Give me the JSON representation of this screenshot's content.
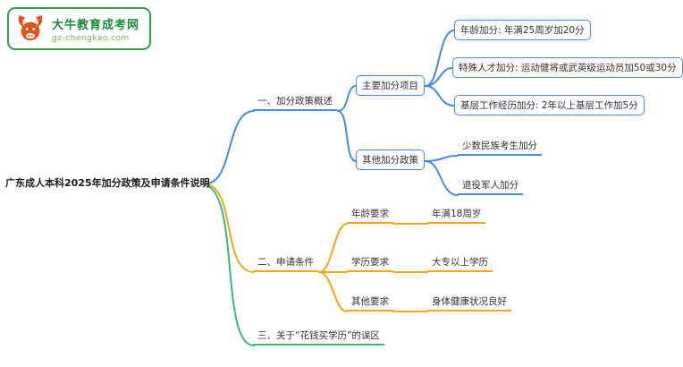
{
  "logo": {
    "title": "大牛教育成考网",
    "domain": "gz-chengkao.com"
  },
  "root": {
    "label": "广东成人本科2025年加分政策及申请条件说明"
  },
  "branches": [
    {
      "label": "一、加分政策概述",
      "children": [
        {
          "label": "主要加分项目",
          "children": [
            {
              "label": "年龄加分: 年满25周岁加20分"
            },
            {
              "label": "特殊人才加分: 运动健将或武英级运动员加50或30分"
            },
            {
              "label": "基层工作经历加分: 2年以上基层工作加5分"
            }
          ]
        },
        {
          "label": "其他加分政策",
          "children": [
            {
              "label": "少数民族考生加分"
            },
            {
              "label": "退役军人加分"
            }
          ]
        }
      ]
    },
    {
      "label": "二、申请条件",
      "children": [
        {
          "label": "年龄要求",
          "value": "年满18周岁"
        },
        {
          "label": "学历要求",
          "value": "大专以上学历"
        },
        {
          "label": "其他要求",
          "value": "身体健康状况良好"
        }
      ]
    },
    {
      "label": "三、关于“花钱买学历”的误区",
      "children": []
    }
  ],
  "colors": {
    "branch1_blue": "#4a89dc",
    "branch2_orange": "#f7a420",
    "branch3_green": "#3cb878",
    "logo_green": "#2f9e44",
    "logo_red": "#e2521c"
  }
}
